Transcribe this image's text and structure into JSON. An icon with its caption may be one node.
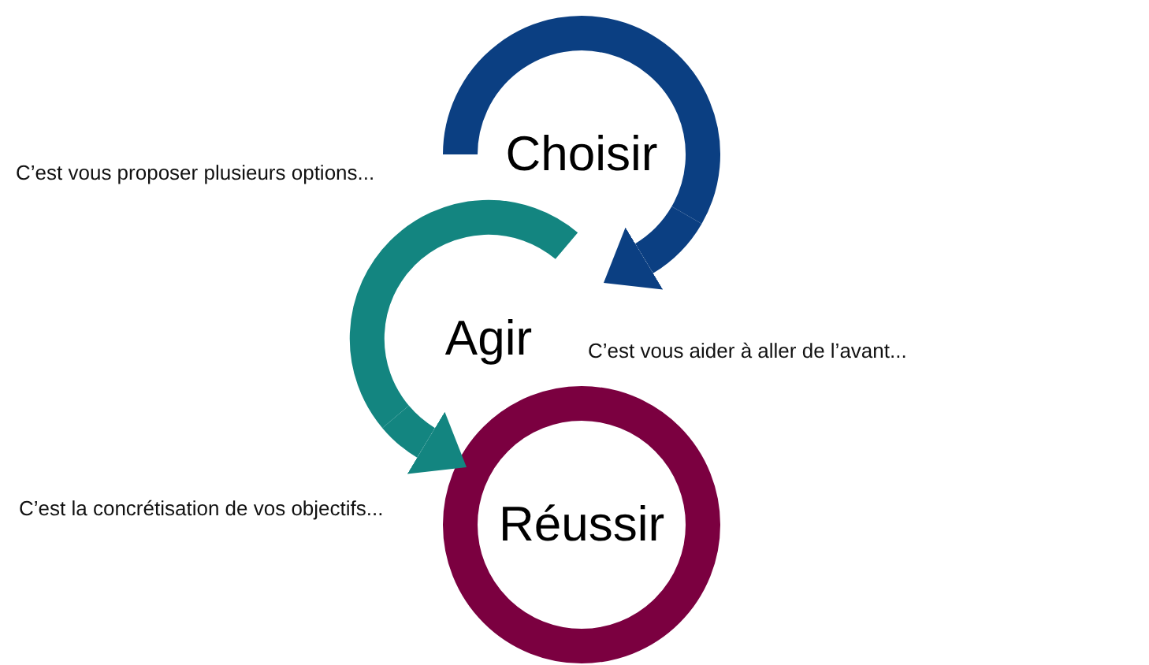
{
  "diagram": {
    "nodes": [
      {
        "text": [
          "Choisir"
        ]
      },
      {
        "text": [
          "Agir"
        ]
      },
      {
        "text": [
          "Réussir"
        ]
      }
    ],
    "edges": [
      {
        "from": 0,
        "to": 1,
        "arrow": "to",
        "color": "#0b3f82"
      },
      {
        "from": 1,
        "to": 2,
        "arrow": "to",
        "color": "#138580"
      }
    ],
    "labels": [
      "C’est vous proposer plusieurs options...",
      "C’est vous aider à aller de l’avant...",
      "C’est la concrétisation de vos objectifs..."
    ]
  }
}
